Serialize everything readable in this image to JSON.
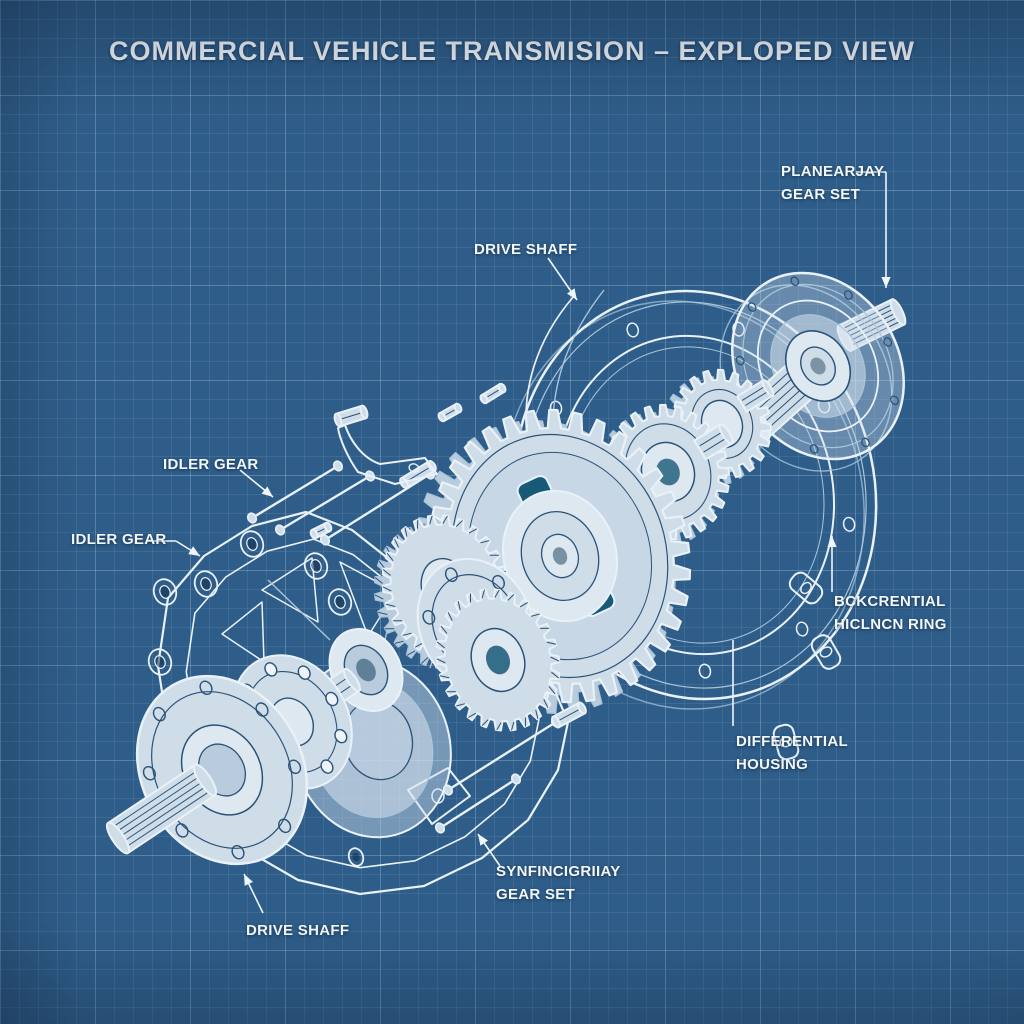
{
  "title": "COMMERCIAL VEHICLE TRANSMISION – EXPLOPED VIEW",
  "labels": {
    "planetary_gear_set": {
      "lines": [
        "PLANEARJAY",
        "GEAR SET"
      ]
    },
    "drive_shaft_top": {
      "lines": [
        "DRIVE SHAFF"
      ]
    },
    "idler_gear_upper": {
      "lines": [
        "IDLER GEAR"
      ]
    },
    "idler_gear_lower": {
      "lines": [
        "IDLER GEAR"
      ]
    },
    "differential_ring": {
      "lines": [
        "BCKCRENTIAL",
        "HICLNCN RING"
      ]
    },
    "differential_housing": {
      "lines": [
        "DIFFERENTIAL",
        "HOUSING"
      ]
    },
    "synchronizer_gear_set": {
      "lines": [
        "SYNFINCIGRIIAY",
        "GEAR SET"
      ]
    },
    "drive_shaft_bottom": {
      "lines": [
        "DRIVE SHAFF"
      ]
    }
  },
  "palette": {
    "background": "#2f5d89",
    "grid_minor": "rgba(190,215,235,0.10)",
    "grid_major": "rgba(200,223,240,0.20)",
    "ink": "#e9f1f8",
    "ink_soft": "#aac5db",
    "ink_dark": "#2b5378",
    "fill": "#cfdde9",
    "fill_soft": "#b9ccdd",
    "fill_light": "#dde8f1",
    "hole": "#175a78",
    "leader": "#eef5fb",
    "text": "#f2f7fb"
  }
}
